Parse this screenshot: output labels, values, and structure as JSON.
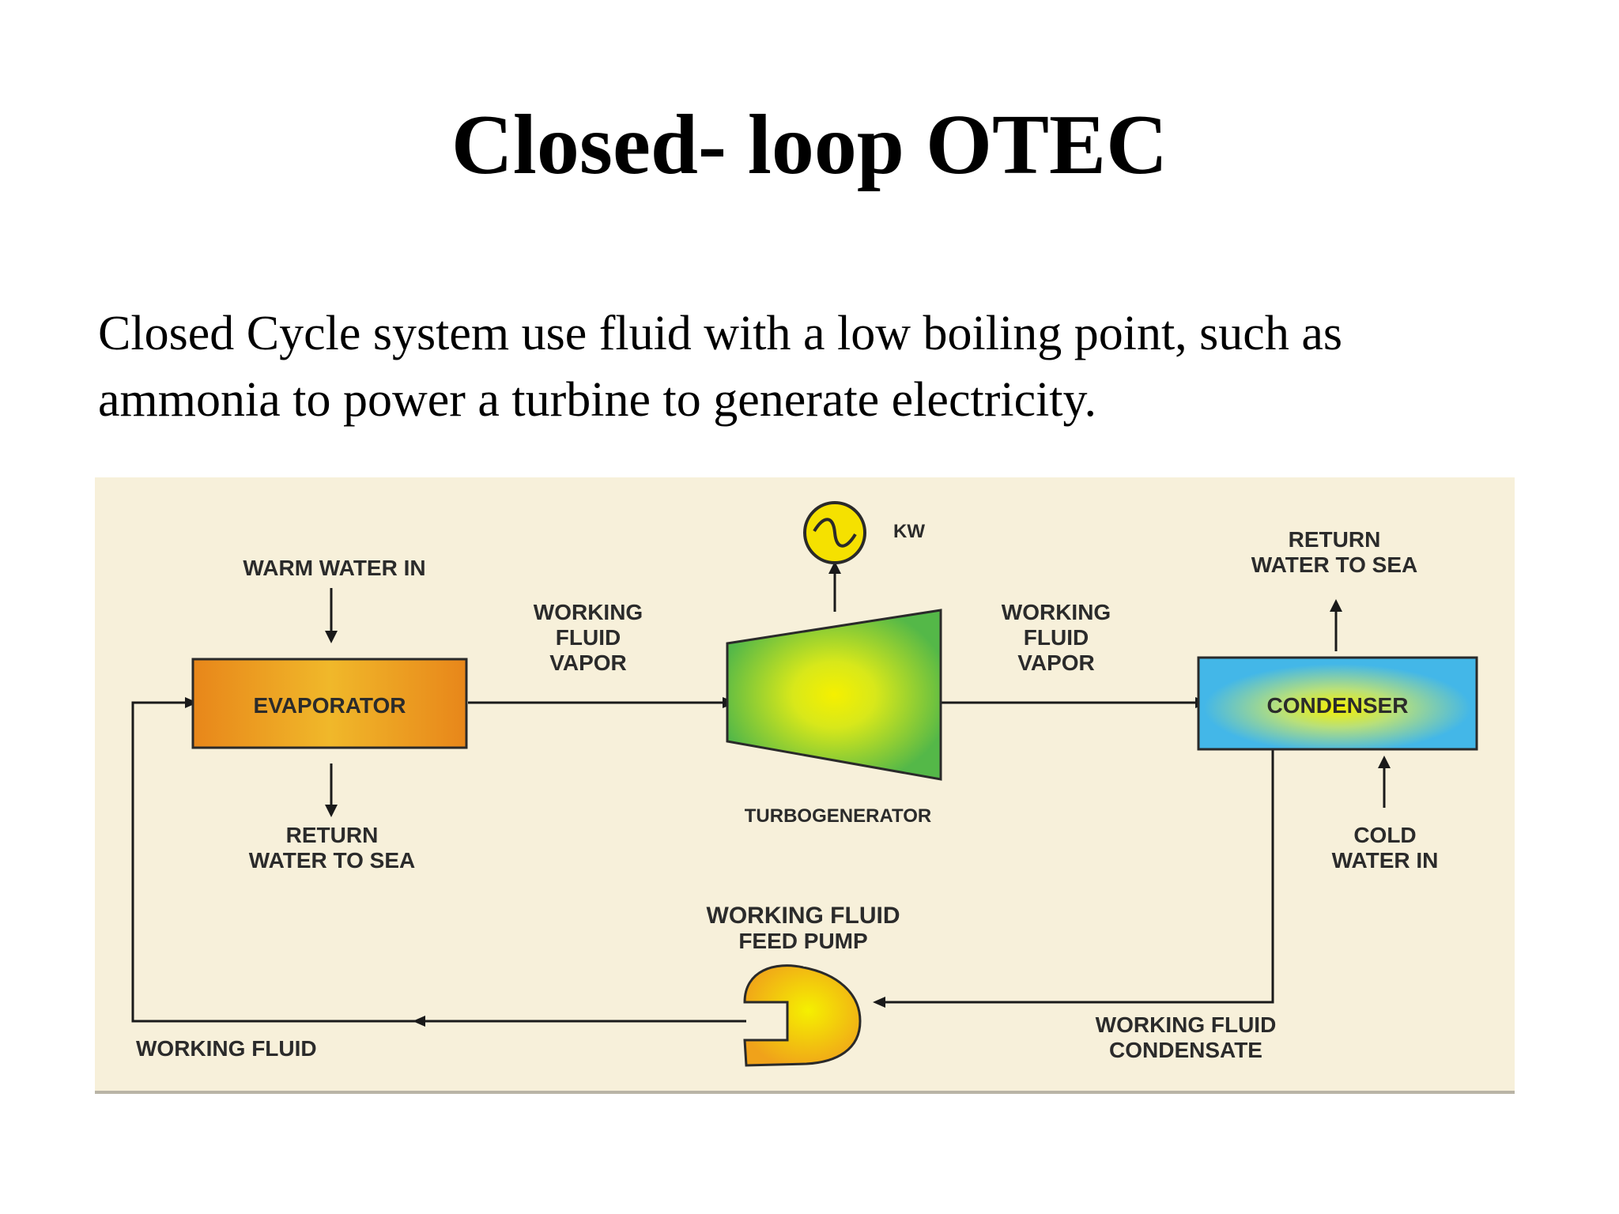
{
  "slide": {
    "title": "Closed- loop OTEC",
    "body_lines": [
      "Closed Cycle system use fluid with a low boiling point, such as",
      "ammonia to power a turbine to generate electricity."
    ]
  },
  "diagram": {
    "colors": {
      "background": "#f7f0da",
      "evaporator": "#e88a1a",
      "turbine": "#54b848",
      "condenser": "#43b7e8",
      "pump": "#f0a21a",
      "highlight": "#f5f000",
      "line": "#1a1a1a"
    },
    "labels": {
      "warm_water_in": "WARM WATER IN",
      "evaporator": "EVAPORATOR",
      "return_water_left_1": "RETURN",
      "return_water_left_2": "WATER TO SEA",
      "vapor_left_1": "WORKING",
      "vapor_left_2": "FLUID",
      "vapor_left_3": "VAPOR",
      "kw": "KW",
      "turbogenerator": "TURBOGENERATOR",
      "vapor_right_1": "WORKING",
      "vapor_right_2": "FLUID",
      "vapor_right_3": "VAPOR",
      "return_water_right_1": "RETURN",
      "return_water_right_2": "WATER TO SEA",
      "condenser": "CONDENSER",
      "cold_water_1": "COLD",
      "cold_water_2": "WATER IN",
      "pump_1": "WORKING FLUID",
      "pump_2": "FEED PUMP",
      "working_fluid": "WORKING FLUID",
      "condensate_1": "WORKING FLUID",
      "condensate_2": "CONDENSATE"
    }
  }
}
